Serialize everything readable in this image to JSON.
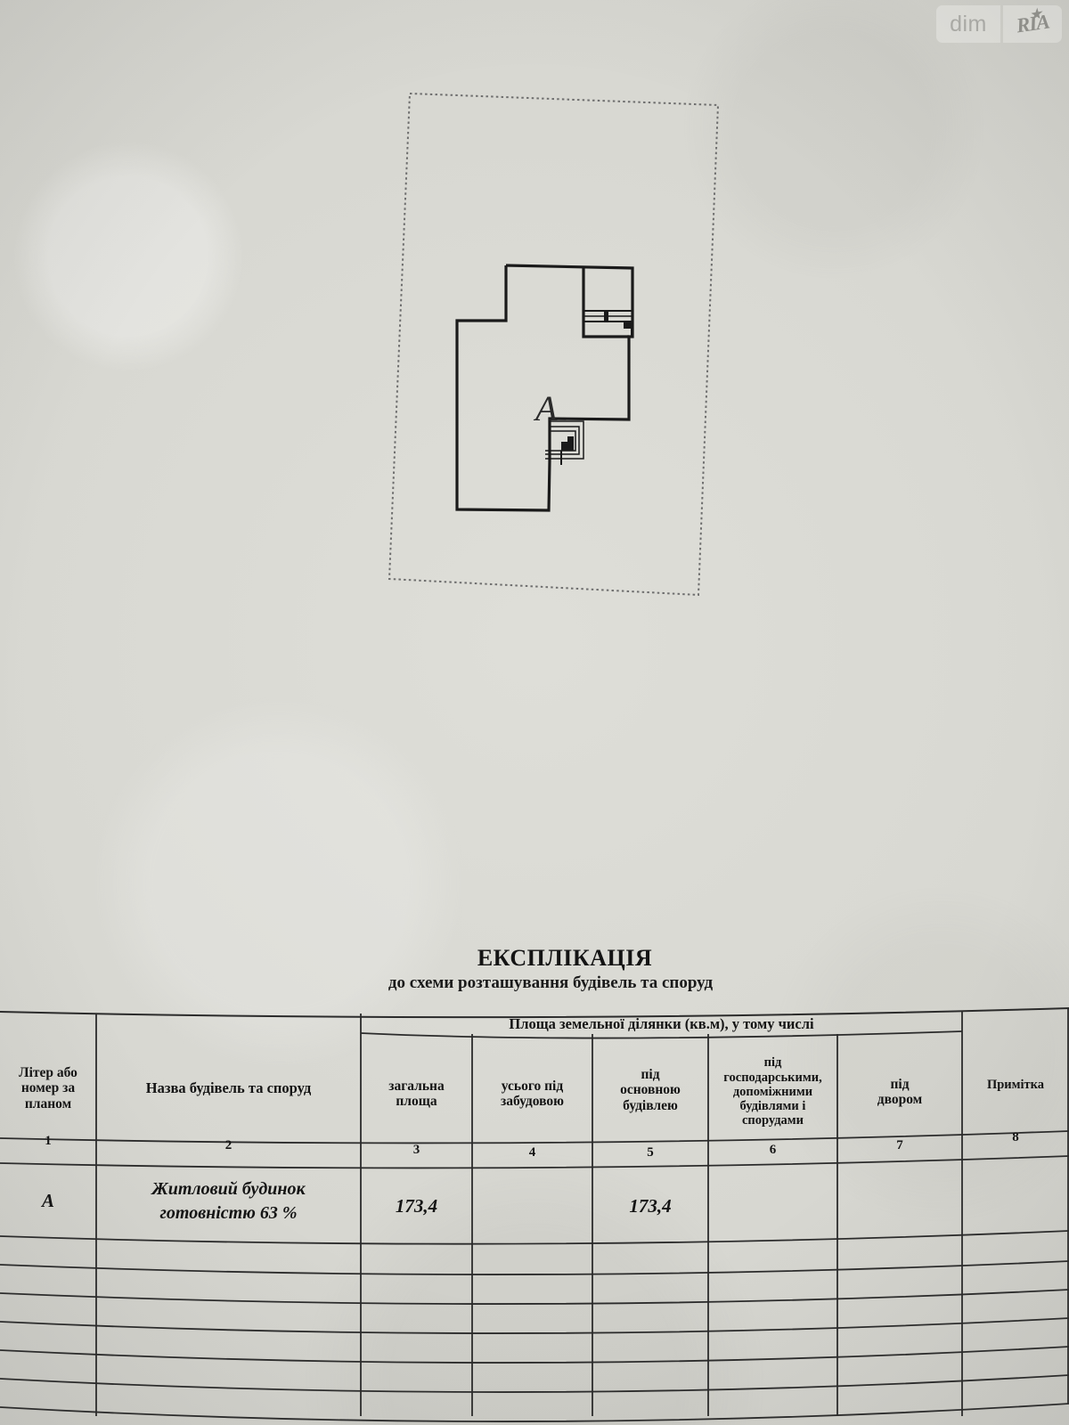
{
  "watermark": {
    "left_label": "dim",
    "right_label": "RIA",
    "star_glyph": "★"
  },
  "site_plan": {
    "building_label": "А",
    "parcel_boundary_style": "dotted",
    "description": "Схема розташування будівель та споруд"
  },
  "explication": {
    "title": "ЕКСПЛІКАЦІЯ",
    "subtitle": "до схеми розташування будівель та споруд",
    "group_header": "Площа земельної ділянки (кв.м), у тому числі",
    "columns": [
      {
        "num": "1",
        "label": "Літер або\nномер за\nпланом"
      },
      {
        "num": "2",
        "label": "Назва будівель та споруд"
      },
      {
        "num": "3",
        "label": "загальна\nплоща"
      },
      {
        "num": "4",
        "label": "усього під\nзабудовою"
      },
      {
        "num": "5",
        "label": "під\nосновною\nбудівлею"
      },
      {
        "num": "6",
        "label": "під\nгосподарськими,\nдопоміжними\nбудівлями і\nспорудами"
      },
      {
        "num": "7",
        "label": "під\nдвором"
      },
      {
        "num": "8",
        "label": "Примітка"
      }
    ],
    "rows": [
      {
        "litera": "А",
        "name": "Житловий будинок\nготовністю 63 %",
        "total_area": "173,4",
        "under_development": "",
        "under_main_building": "173,4",
        "under_auxiliary": "",
        "under_yard": "",
        "note": ""
      },
      {
        "litera": "",
        "name": "",
        "total_area": "",
        "under_development": "",
        "under_main_building": "",
        "under_auxiliary": "",
        "under_yard": "",
        "note": ""
      },
      {
        "litera": "",
        "name": "",
        "total_area": "",
        "under_development": "",
        "under_main_building": "",
        "under_auxiliary": "",
        "under_yard": "",
        "note": ""
      },
      {
        "litera": "",
        "name": "",
        "total_area": "",
        "under_development": "",
        "under_main_building": "",
        "under_auxiliary": "",
        "under_yard": "",
        "note": ""
      },
      {
        "litera": "",
        "name": "",
        "total_area": "",
        "under_development": "",
        "under_main_building": "",
        "under_auxiliary": "",
        "under_yard": "",
        "note": ""
      },
      {
        "litera": "",
        "name": "",
        "total_area": "",
        "under_development": "",
        "under_main_building": "",
        "under_auxiliary": "",
        "under_yard": "",
        "note": ""
      },
      {
        "litera": "",
        "name": "",
        "total_area": "",
        "under_development": "",
        "under_main_building": "",
        "under_auxiliary": "",
        "under_yard": "",
        "note": ""
      }
    ]
  },
  "colors": {
    "paper": "#d8d8d2",
    "ink": "#141414",
    "watermark": "#9a9a96"
  }
}
